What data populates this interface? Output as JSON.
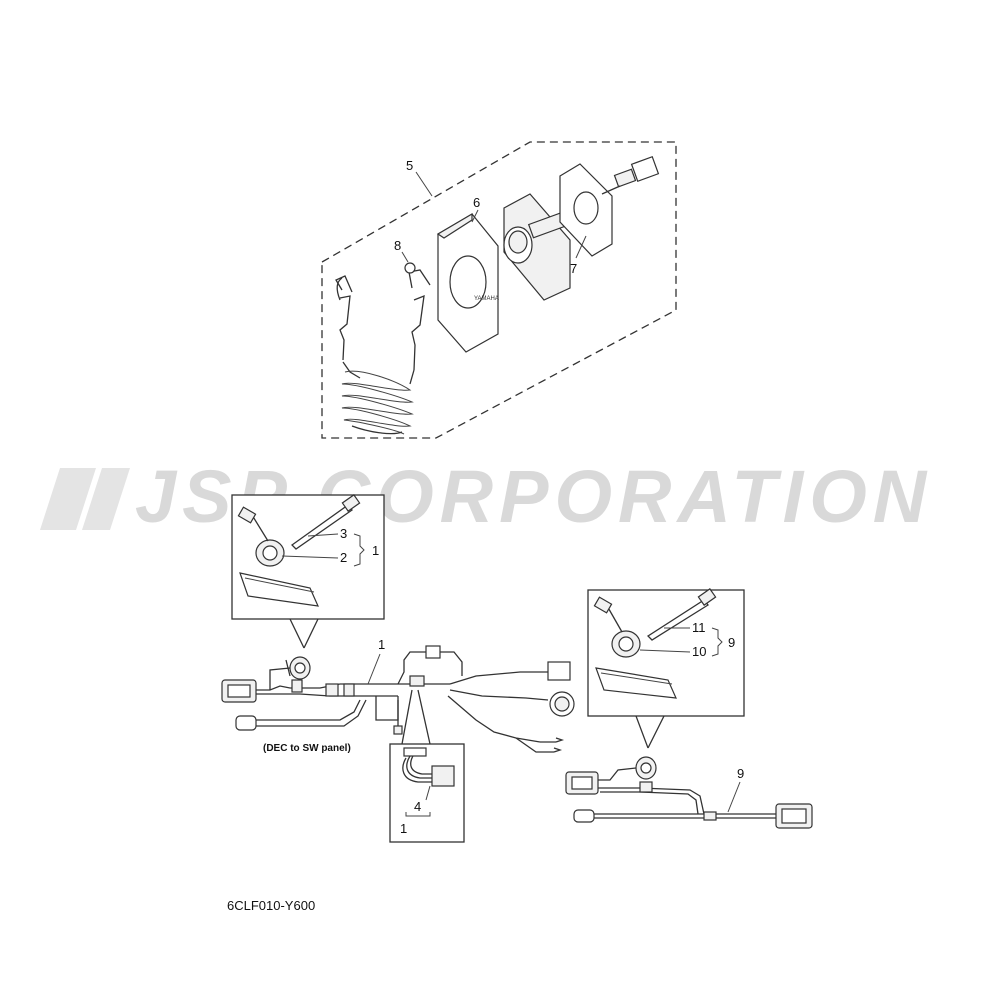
{
  "watermark": {
    "text": "JSP CORPORATION"
  },
  "labels": {
    "p5": "5",
    "p6": "6",
    "p7": "7",
    "p8": "8",
    "p3": "3",
    "p2": "2",
    "p1_inset": "1",
    "p1_harness": "1",
    "p4": "4",
    "p1_relay": "1",
    "p11": "11",
    "p10": "10",
    "p9_inset": "9",
    "p9_harness": "9"
  },
  "caption": {
    "dec_to_sw": "(DEC to SW panel)"
  },
  "diagram_code": "6CLF010-Y600"
}
